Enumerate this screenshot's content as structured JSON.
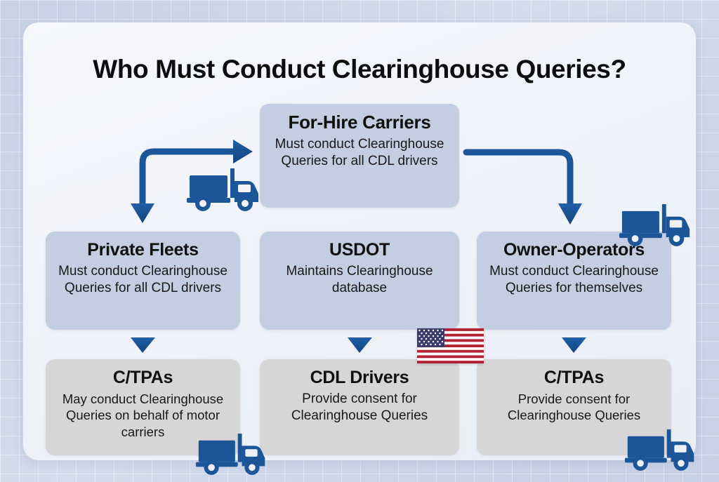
{
  "page": {
    "title": "Who Must Conduct Clearinghouse Queries?",
    "background_color": "#ccd5e8",
    "card_color": "#f1f4fa"
  },
  "colors": {
    "box_blue": "#c3cee3",
    "box_gray": "#d6d6d6",
    "arrow_blue": "#1b5699",
    "truck_blue": "#1c5699",
    "flag_red": "#b22234",
    "flag_blue": "#3c3b6e",
    "text": "#101010"
  },
  "nodes": {
    "for_hire_carriers": {
      "heading": "For-Hire Carriers",
      "body": "Must conduct Clearinghouse Queries for all CDL drivers",
      "style": "blue",
      "row": "top"
    },
    "private_fleets": {
      "heading": "Private Fleets",
      "body": "Must conduct Clearinghouse Queries for all CDL drivers",
      "style": "blue",
      "row": "middle"
    },
    "usdot": {
      "heading": "USDOT",
      "body": "Maintains Clearinghouse database",
      "style": "blue",
      "row": "middle"
    },
    "owner_operators": {
      "heading": "Owner-Operators",
      "body": "Must conduct Clearinghouse Queries for themselves",
      "style": "blue",
      "row": "middle"
    },
    "ctpas_left": {
      "heading": "C/TPAs",
      "body": "May conduct Clearinghouse Queries on behalf of motor carriers",
      "style": "gray",
      "row": "bottom"
    },
    "cdl_drivers": {
      "heading": "CDL Drivers",
      "body": "Provide consent for Clearinghouse Queries",
      "style": "gray",
      "row": "bottom"
    },
    "ctpas_right": {
      "heading": "C/TPAs",
      "body": "Provide consent for Clearinghouse Queries",
      "style": "gray",
      "row": "bottom"
    }
  },
  "connectors": [
    {
      "name": "elbow-left-to-for-hire",
      "from": "private-fleets-column",
      "to": "for-hire-carriers",
      "shape": "elbow-up-right"
    },
    {
      "name": "elbow-for-hire-to-owner",
      "from": "for-hire-carriers",
      "to": "owner-operators",
      "shape": "elbow-right-down"
    },
    {
      "name": "arrow-private-to-ctpas",
      "from": "private_fleets",
      "to": "ctpas_left",
      "shape": "down-triangle"
    },
    {
      "name": "arrow-usdot-to-cdl",
      "from": "usdot",
      "to": "cdl_drivers",
      "shape": "down-triangle"
    },
    {
      "name": "arrow-owner-to-ctpas",
      "from": "owner_operators",
      "to": "ctpas_right",
      "shape": "down-triangle"
    }
  ],
  "icons": [
    {
      "name": "truck-icon-top-left",
      "type": "truck"
    },
    {
      "name": "truck-icon-top-right",
      "type": "truck"
    },
    {
      "name": "truck-icon-bottom-left",
      "type": "truck"
    },
    {
      "name": "truck-icon-bottom-right",
      "type": "truck"
    },
    {
      "name": "us-flag-icon",
      "type": "flag"
    }
  ]
}
